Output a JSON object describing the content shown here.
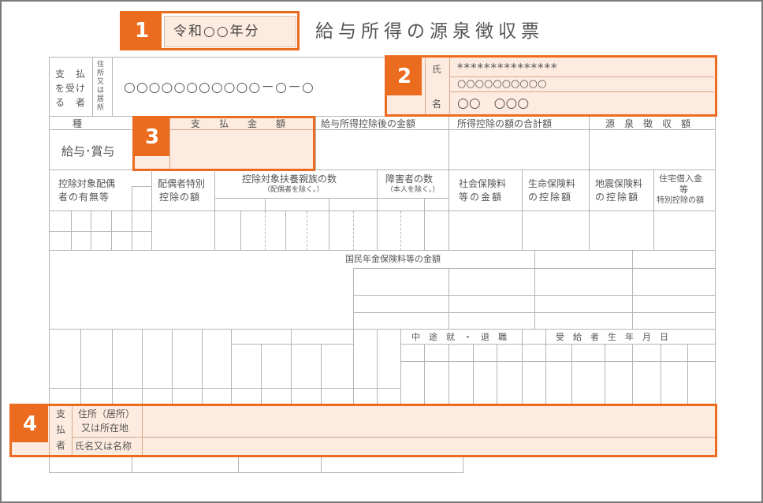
{
  "header": {
    "era_year": "令和○○年分",
    "title": "給与所得の源泉徴収票"
  },
  "badges": [
    "1",
    "2",
    "3",
    "4"
  ],
  "recipient": {
    "label_lines": [
      "支　払",
      "を受け",
      "る　者"
    ],
    "address_label_lines": [
      "住",
      "所",
      "又",
      "は",
      "居",
      "所"
    ],
    "address_value": "○○○○○○○○○○○－○－○",
    "name_label_top": "氏",
    "name_label_bottom": "名",
    "kana_stars": "***************",
    "kana_circles": "○○○○○○○○○○",
    "name_value": "○○　○○○"
  },
  "row1": {
    "kind": "種",
    "payment": "支　　払　　金　　額",
    "after_deduction": "給与所得控除後の金額",
    "deductions_total": "所得控除の額の合計額",
    "tax": "源　泉　徴　収　額",
    "kind_value": "給与･賞与"
  },
  "row2": {
    "spouse_line1": "控除対象配偶",
    "spouse_line2": "者の有無等",
    "special_line1": "配偶者特別",
    "special_line2": "控除の額",
    "dependents": "控除対象扶養親族の数",
    "dependents_sub": "（配偶者を除く。）",
    "disabled": "障害者の数",
    "disabled_sub": "（本人を除く。）",
    "social_line1": "社会保険料",
    "social_line2": "等の金額",
    "life_line1": "生命保険料",
    "life_line2": "の控除額",
    "quake_line1": "地震保険料",
    "quake_line2": "の控除額",
    "housing_line1": "住宅借入金",
    "housing_line2": "等",
    "housing_line3": "特別控除の額"
  },
  "pension_label": "国民年金保険料等の金額",
  "row5": {
    "midyear": "中　途　就　・　退　職",
    "birthday": "受　給　者　生　年　月　日"
  },
  "payer": {
    "label_lines": [
      "支",
      "払",
      "者"
    ],
    "address_line1": "住所（居所）",
    "address_line2": "又は所在地",
    "name_label": "氏名又は名称"
  }
}
